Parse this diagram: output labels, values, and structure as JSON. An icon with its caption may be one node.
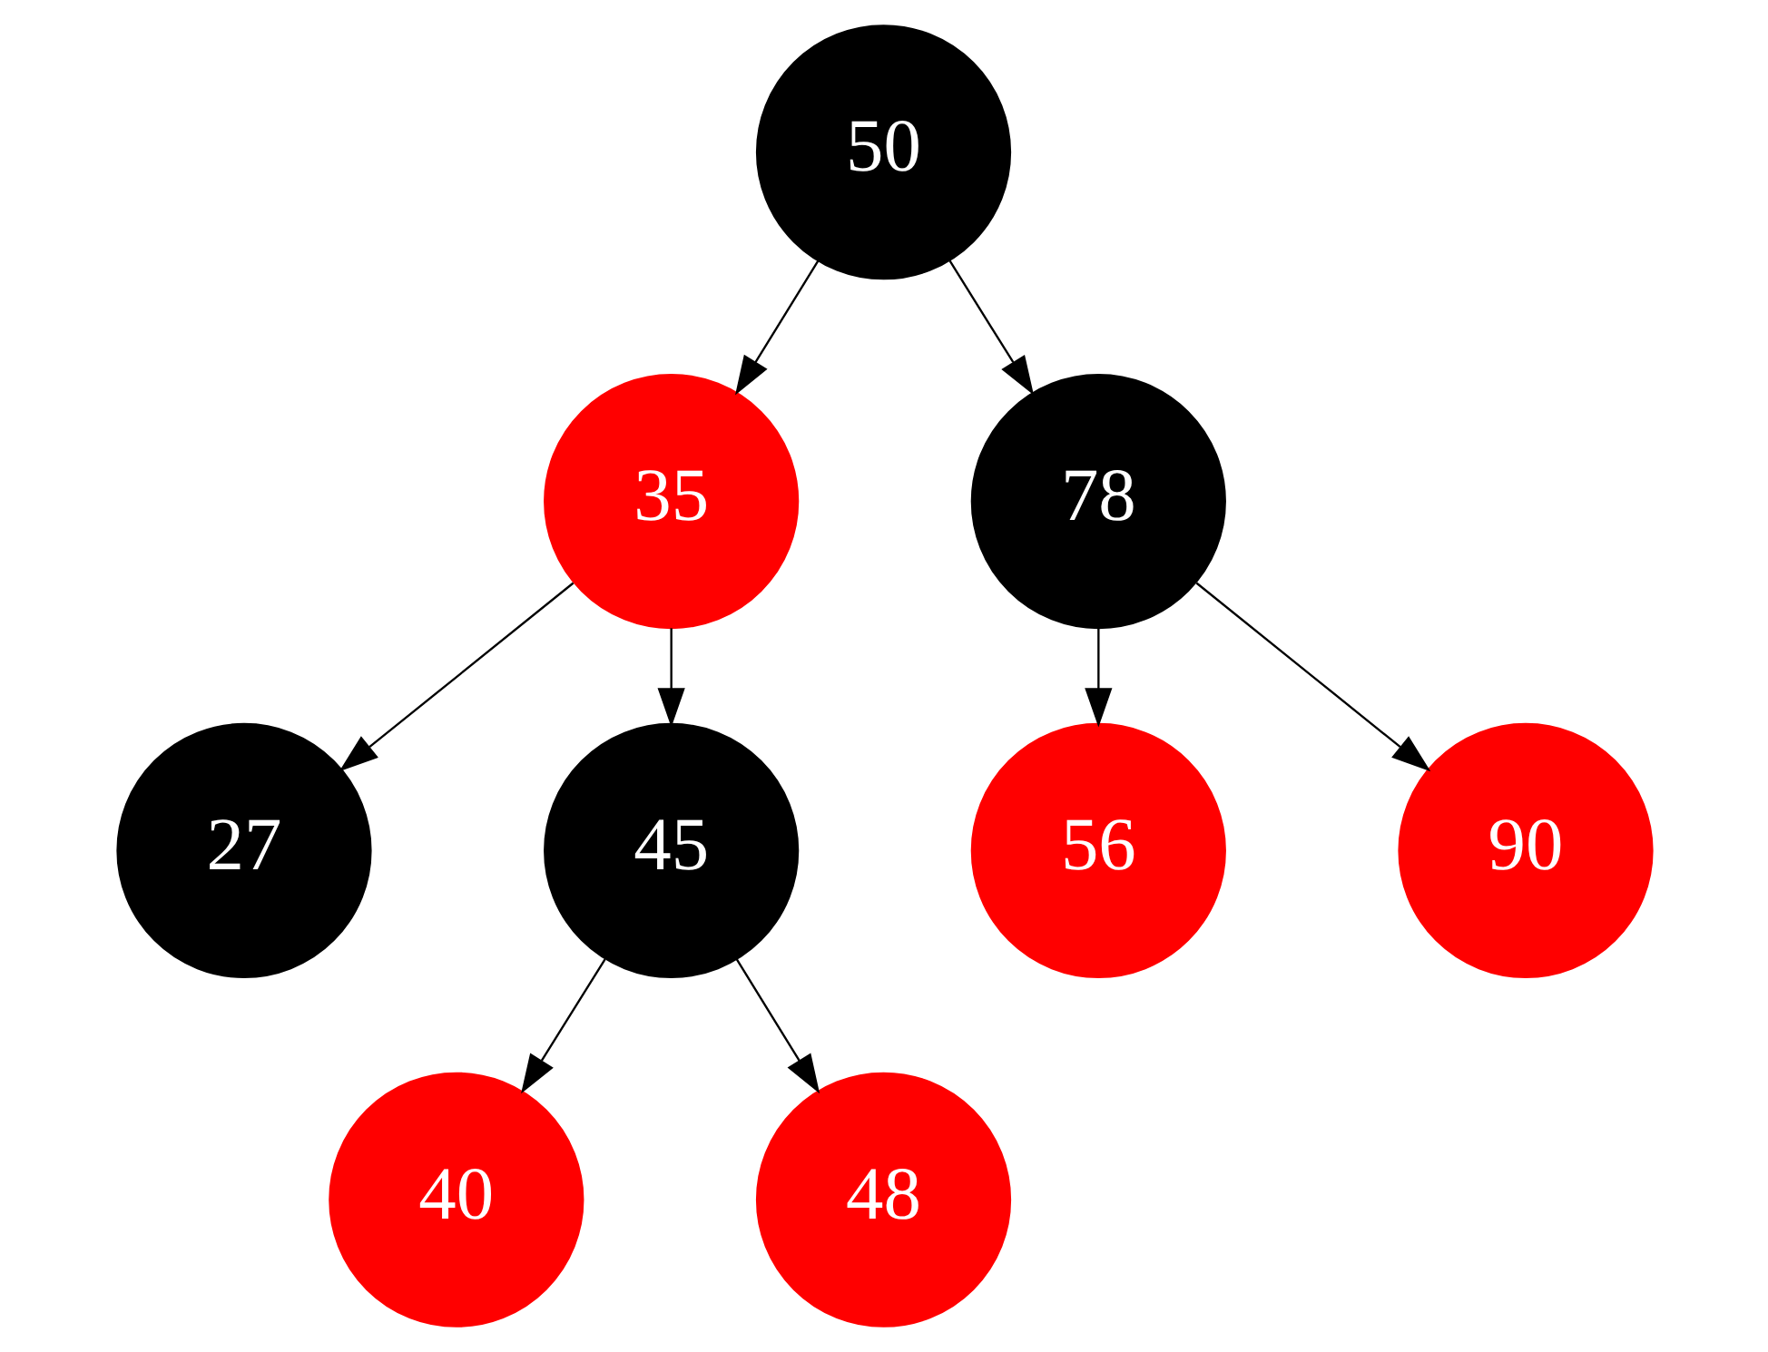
{
  "diagram": {
    "nodes": [
      {
        "text": [
          "50"
        ]
      },
      {
        "text": [
          "35"
        ]
      },
      {
        "text": [
          "78"
        ]
      },
      {
        "text": [
          "27"
        ]
      },
      {
        "text": [
          "45"
        ]
      },
      {
        "text": [
          "56"
        ]
      },
      {
        "text": [
          "90"
        ]
      },
      {
        "text": [
          "40"
        ]
      },
      {
        "text": [
          "48"
        ]
      }
    ],
    "edges": [
      {
        "from": 0,
        "to": 1,
        "arrow": "to"
      },
      {
        "from": 0,
        "to": 2,
        "arrow": "to"
      },
      {
        "from": 1,
        "to": 3,
        "arrow": "to"
      },
      {
        "from": 1,
        "to": 4,
        "arrow": "to"
      },
      {
        "from": 2,
        "to": 5,
        "arrow": "to"
      },
      {
        "from": 2,
        "to": 6,
        "arrow": "to"
      },
      {
        "from": 4,
        "to": 7,
        "arrow": "to"
      },
      {
        "from": 4,
        "to": 8,
        "arrow": "to"
      }
    ]
  }
}
